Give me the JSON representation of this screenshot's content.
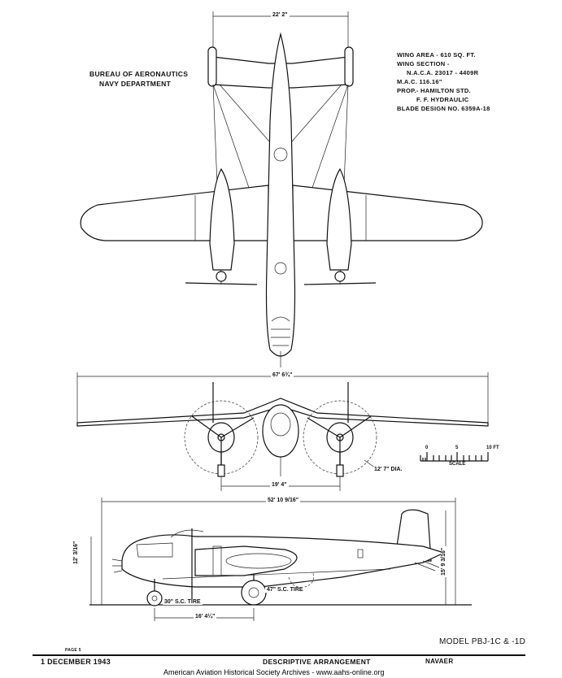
{
  "header": {
    "agency_line1": "Bureau of Aeronautics",
    "agency_line2": "Navy Department"
  },
  "specs": [
    "WING AREA - 610 SQ. FT.",
    "WING SECTION -",
    "N.A.C.A. 23017 - 4409R",
    "M.A.C. 116.16\"",
    "PROP.- HAMILTON STD.",
    "F. F. HYDRAULIC",
    "BLADE DESIGN NO. 6359A-18"
  ],
  "dimensions": {
    "tail_span": "22' 2\"",
    "wing_span": "67' 6¾\"",
    "prop_diameter": "12' 7\" DIA.",
    "engine_spacing": "19' 4\"",
    "length": "52' 10 9/16\"",
    "nose_height": "12' 3/16\"",
    "tail_height": "15' 9 3/16\"",
    "wheelbase": "16' 4¼\"",
    "nose_tire": "30\" S.C. TIRE",
    "main_tire": "47\" S.C. TIRE"
  },
  "scale": {
    "label": "SCALE",
    "tick_0": "0",
    "tick_5": "5",
    "tick_10": "10 FT"
  },
  "footer": {
    "model": "Model PBJ-1C & -1D",
    "page": "Page 5",
    "date": "1 December 1943",
    "title": "Descriptive Arrangement",
    "org": "NAVAER",
    "watermark": "American Aviation Historical Society Archives - www.aahs-online.org"
  }
}
